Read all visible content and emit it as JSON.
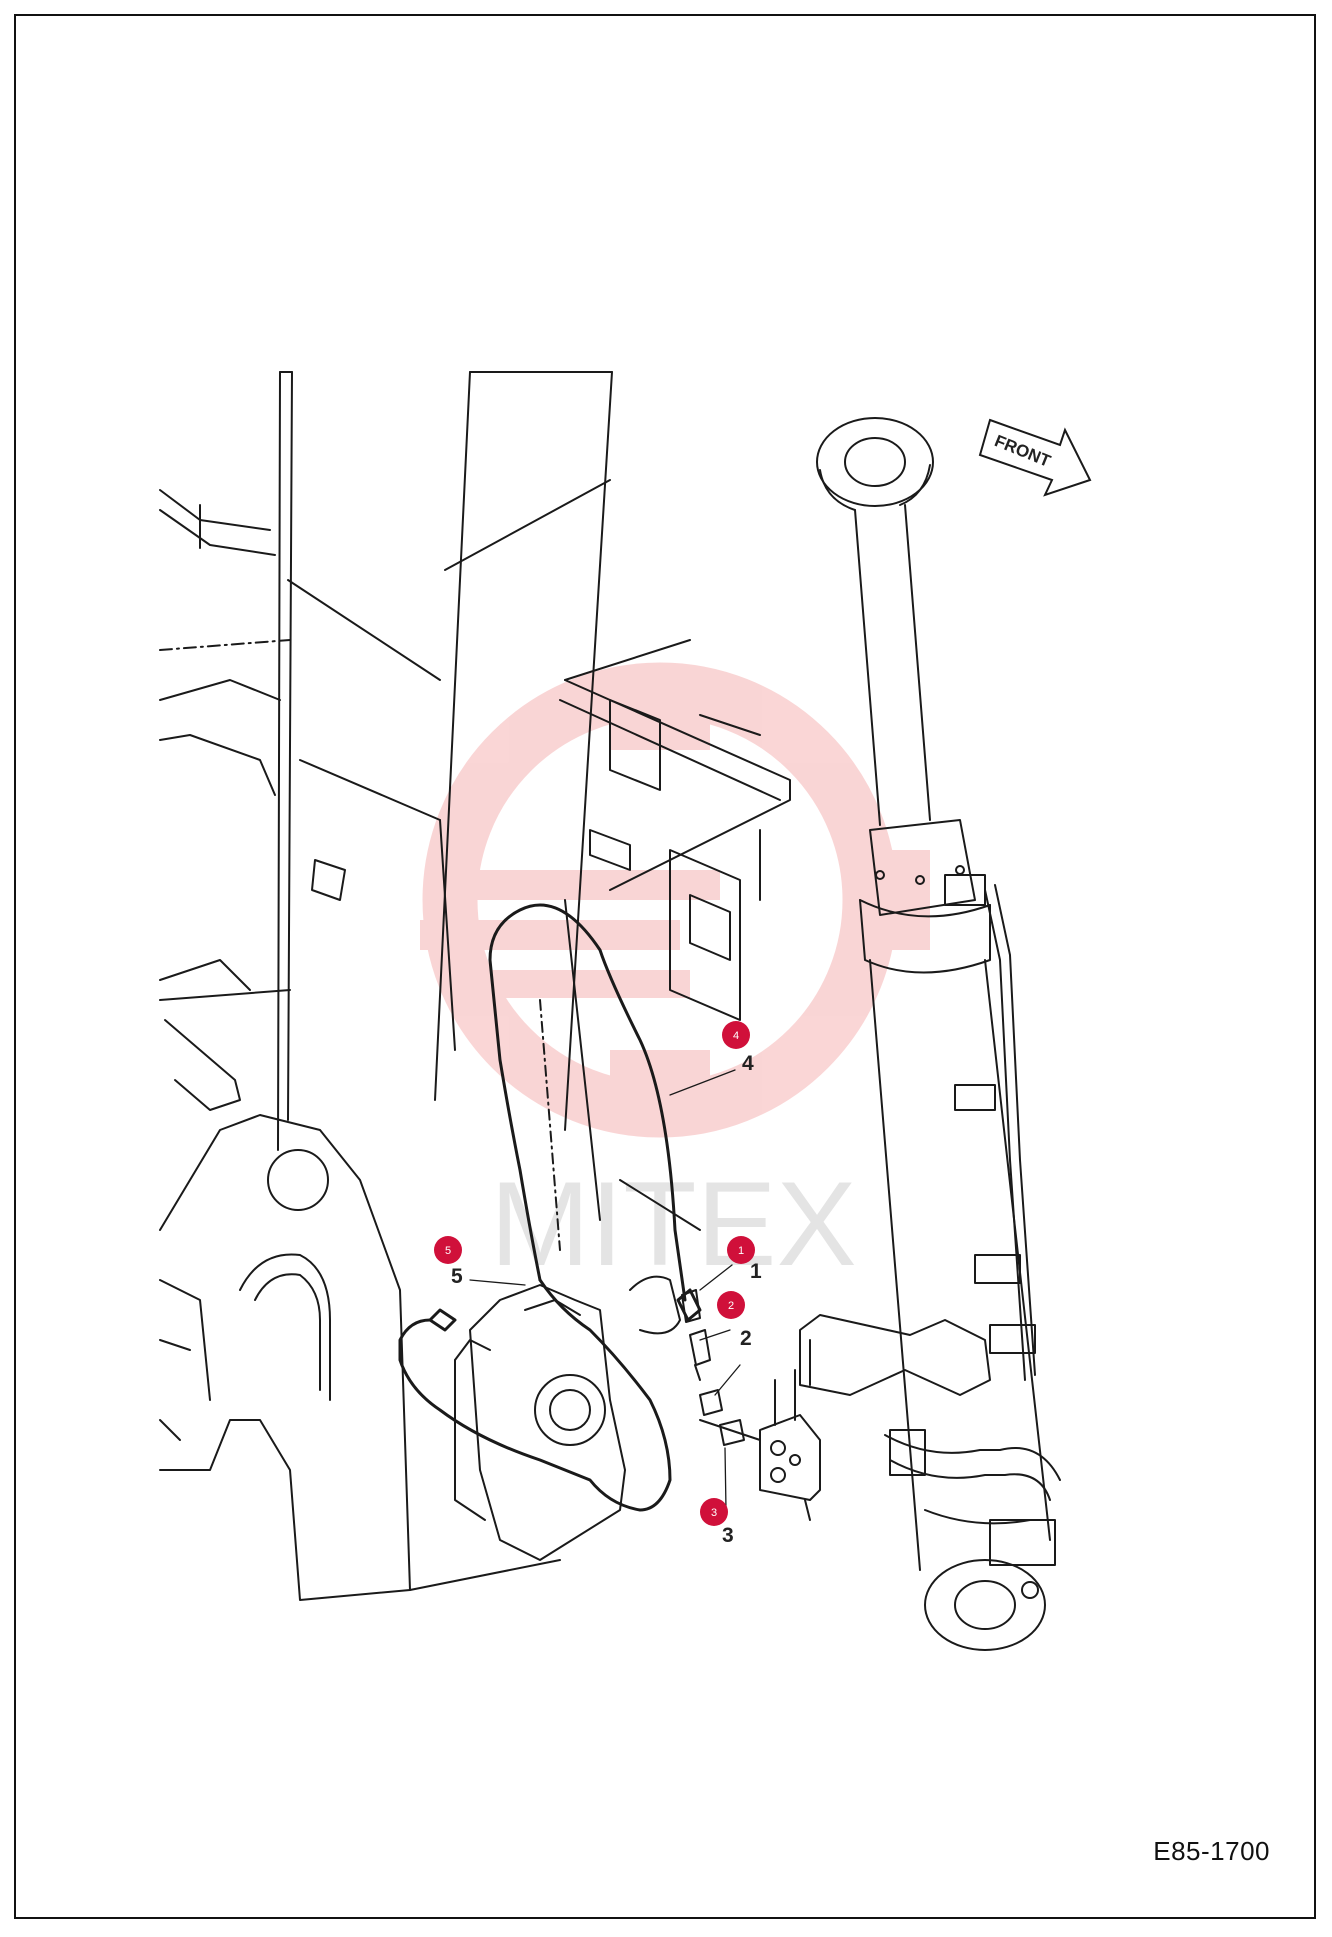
{
  "drawing": {
    "code": "E85-1700",
    "direction_label": "FRONT",
    "watermark_text": "MITEX"
  },
  "callouts": [
    {
      "id": "1",
      "label": "1"
    },
    {
      "id": "2",
      "label": "2"
    },
    {
      "id": "3",
      "label": "3"
    },
    {
      "id": "4",
      "label": "4"
    },
    {
      "id": "5",
      "label": "5"
    }
  ],
  "colors": {
    "badge": "#d0103a",
    "line": "#1a1a1a",
    "watermark": "#f4b8b8"
  }
}
